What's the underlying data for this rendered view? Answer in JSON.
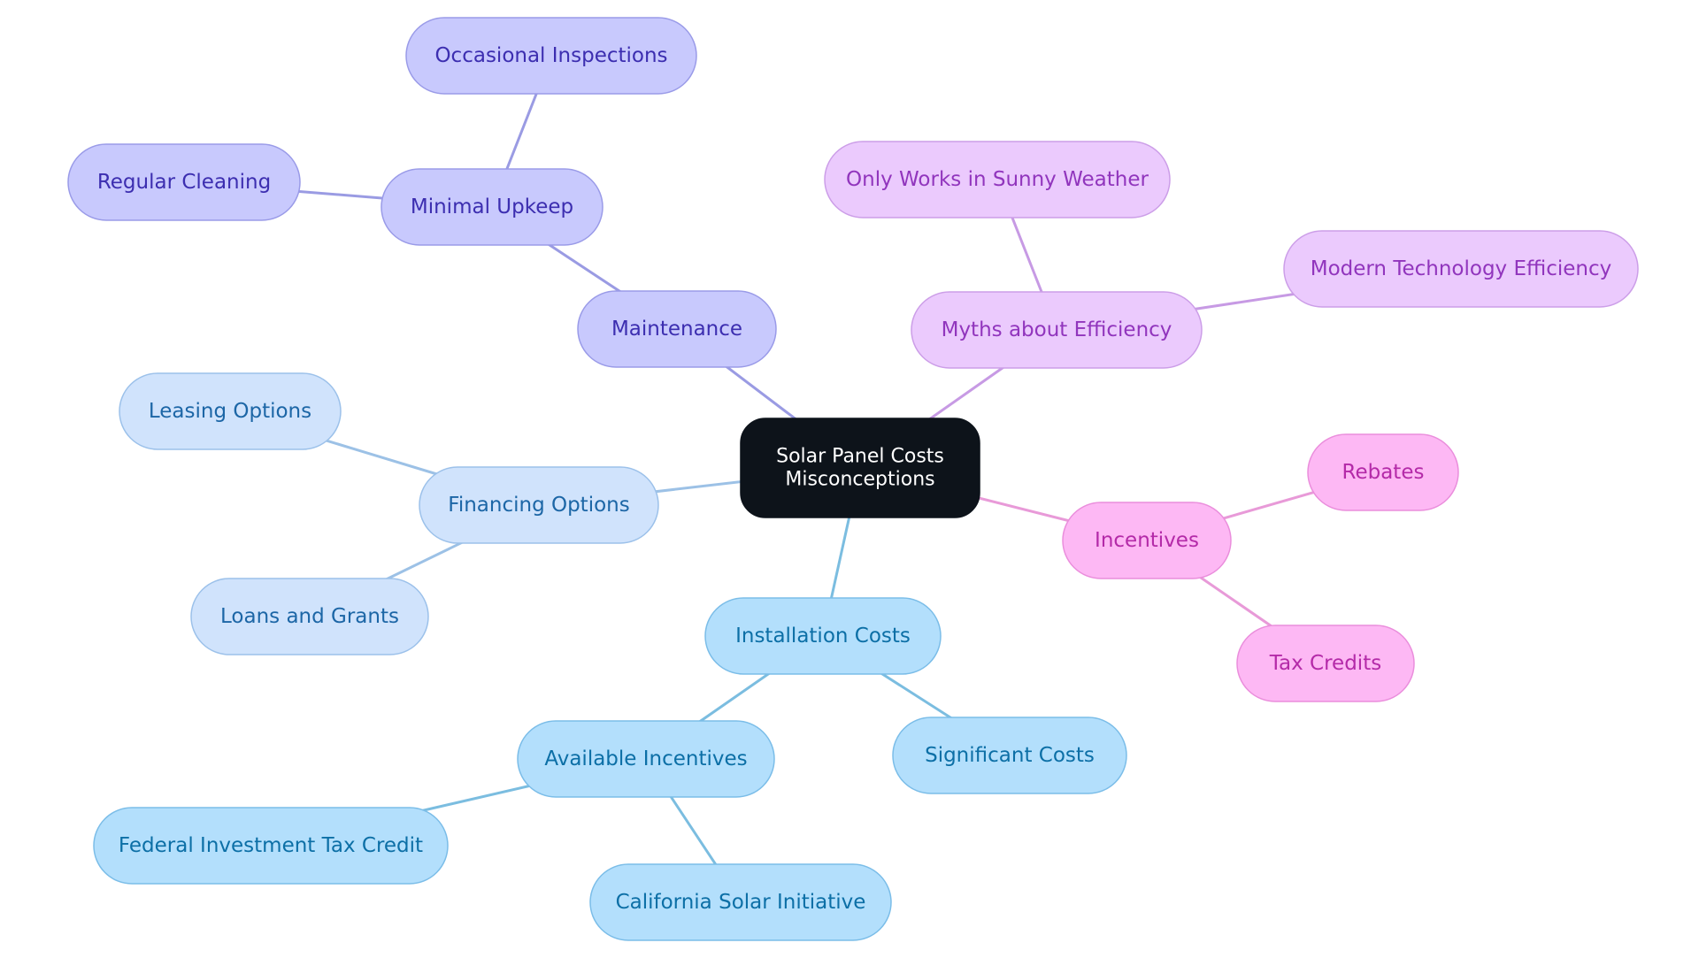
{
  "colors": {
    "root": {
      "fill": "#0d131a",
      "stroke": "#0d131a",
      "text": "#ffffff"
    },
    "maintenance": {
      "fill": "#c8c9fd",
      "stroke": "#9a9be8",
      "text": "#3c2eb0",
      "edge": "#9a9be3"
    },
    "efficiency": {
      "fill": "#ebcafd",
      "stroke": "#cc9ee8",
      "text": "#9135bd",
      "edge": "#c79ae4"
    },
    "financing": {
      "fill": "#d0e3fc",
      "stroke": "#9cc1ea",
      "text": "#1c66a6",
      "edge": "#9cc1e6"
    },
    "installation": {
      "fill": "#b3dffc",
      "stroke": "#7bbde8",
      "text": "#0c6fa6",
      "edge": "#7bbde0"
    },
    "incentives": {
      "fill": "#fdb8f4",
      "stroke": "#ea8edc",
      "text": "#b42aa8",
      "edge": "#e89ad8"
    }
  },
  "nodes": [
    {
      "id": "root",
      "group": "root",
      "lines": [
        "Solar Panel Costs",
        "Misconceptions"
      ]
    },
    {
      "id": "maintenance",
      "group": "maintenance",
      "lines": [
        "Maintenance"
      ]
    },
    {
      "id": "minimal-upkeep",
      "group": "maintenance",
      "lines": [
        "Minimal Upkeep"
      ]
    },
    {
      "id": "occasional-inspections",
      "group": "maintenance",
      "lines": [
        "Occasional Inspections"
      ]
    },
    {
      "id": "regular-cleaning",
      "group": "maintenance",
      "lines": [
        "Regular Cleaning"
      ]
    },
    {
      "id": "myths-efficiency",
      "group": "efficiency",
      "lines": [
        "Myths about Efficiency"
      ]
    },
    {
      "id": "sunny-weather",
      "group": "efficiency",
      "lines": [
        "Only Works in Sunny Weather"
      ]
    },
    {
      "id": "modern-tech",
      "group": "efficiency",
      "lines": [
        "Modern Technology Efficiency"
      ]
    },
    {
      "id": "financing",
      "group": "financing",
      "lines": [
        "Financing Options"
      ]
    },
    {
      "id": "leasing",
      "group": "financing",
      "lines": [
        "Leasing Options"
      ]
    },
    {
      "id": "loans",
      "group": "financing",
      "lines": [
        "Loans and Grants"
      ]
    },
    {
      "id": "installation",
      "group": "installation",
      "lines": [
        "Installation Costs"
      ]
    },
    {
      "id": "available-incentives",
      "group": "installation",
      "lines": [
        "Available Incentives"
      ]
    },
    {
      "id": "significant-costs",
      "group": "installation",
      "lines": [
        "Significant Costs"
      ]
    },
    {
      "id": "federal-itc",
      "group": "installation",
      "lines": [
        "Federal Investment Tax Credit"
      ]
    },
    {
      "id": "california-si",
      "group": "installation",
      "lines": [
        "California Solar Initiative"
      ]
    },
    {
      "id": "incentives",
      "group": "incentives",
      "lines": [
        "Incentives"
      ]
    },
    {
      "id": "rebates",
      "group": "incentives",
      "lines": [
        "Rebates"
      ]
    },
    {
      "id": "tax-credits",
      "group": "incentives",
      "lines": [
        "Tax Credits"
      ]
    }
  ],
  "edges": [
    {
      "from": "root",
      "to": "maintenance",
      "group": "maintenance"
    },
    {
      "from": "maintenance",
      "to": "minimal-upkeep",
      "group": "maintenance"
    },
    {
      "from": "minimal-upkeep",
      "to": "occasional-inspections",
      "group": "maintenance"
    },
    {
      "from": "minimal-upkeep",
      "to": "regular-cleaning",
      "group": "maintenance"
    },
    {
      "from": "root",
      "to": "myths-efficiency",
      "group": "efficiency"
    },
    {
      "from": "myths-efficiency",
      "to": "sunny-weather",
      "group": "efficiency"
    },
    {
      "from": "myths-efficiency",
      "to": "modern-tech",
      "group": "efficiency"
    },
    {
      "from": "root",
      "to": "financing",
      "group": "financing"
    },
    {
      "from": "financing",
      "to": "leasing",
      "group": "financing"
    },
    {
      "from": "financing",
      "to": "loans",
      "group": "financing"
    },
    {
      "from": "root",
      "to": "installation",
      "group": "installation"
    },
    {
      "from": "installation",
      "to": "available-incentives",
      "group": "installation"
    },
    {
      "from": "installation",
      "to": "significant-costs",
      "group": "installation"
    },
    {
      "from": "available-incentives",
      "to": "federal-itc",
      "group": "installation"
    },
    {
      "from": "available-incentives",
      "to": "california-si",
      "group": "installation"
    },
    {
      "from": "root",
      "to": "incentives",
      "group": "incentives"
    },
    {
      "from": "incentives",
      "to": "rebates",
      "group": "incentives"
    },
    {
      "from": "incentives",
      "to": "tax-credits",
      "group": "incentives"
    }
  ]
}
